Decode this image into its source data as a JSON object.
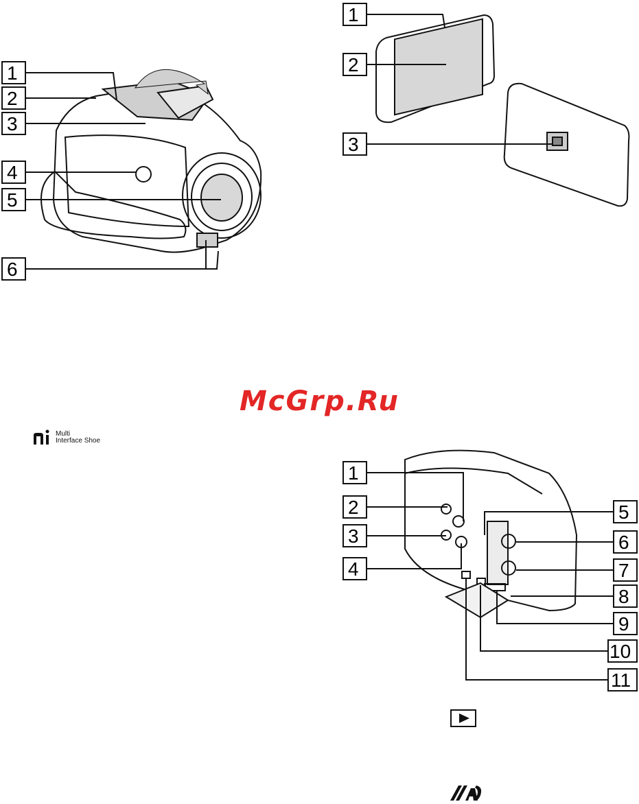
{
  "watermark": "McGrp.Ru",
  "logo": {
    "line1": "Multi",
    "line2": "Interface Shoe",
    "mark": "ni"
  },
  "front_view_callouts": [
    "1",
    "2",
    "3",
    "4",
    "5",
    "6"
  ],
  "lcd_view_callouts": [
    "1",
    "2",
    "3"
  ],
  "rear_view_callouts": [
    "1",
    "2",
    "3",
    "4",
    "5",
    "6",
    "7",
    "8",
    "9",
    "10",
    "11"
  ],
  "icons": {
    "playback": "play-button-icon",
    "bottom": "shooting-mode-icon"
  }
}
